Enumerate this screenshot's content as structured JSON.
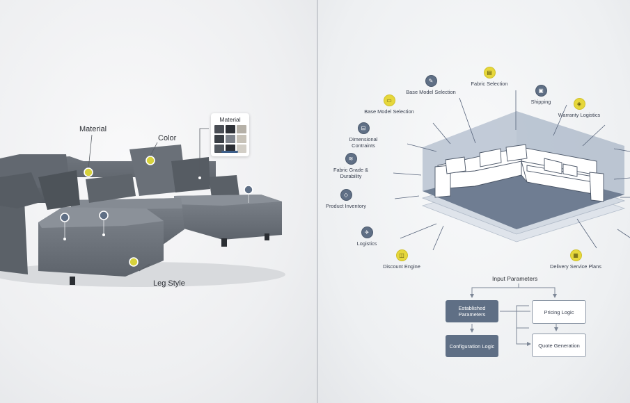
{
  "left_panel": {
    "labels": {
      "material": "Material",
      "color": "Color",
      "leg_style": "Leg Style"
    },
    "material_card": {
      "title": "Material",
      "swatches": [
        "#4a4e55",
        "#2f3238",
        "#b5b0a7",
        "#3a3f45",
        "#7d828a",
        "#c7c2b8",
        "#52585f",
        "#2b2e33",
        "#d2cec6"
      ]
    },
    "colors": {
      "accent_yellow": "#d7d23c",
      "accent_slate": "#5f6f85"
    }
  },
  "right_panel": {
    "nodes": [
      {
        "key": "base_model_1",
        "label": "Base Model Selection",
        "icon": "pencil-icon"
      },
      {
        "key": "fabric_top",
        "label": "Fabric Selection",
        "icon": "fabric-icon"
      },
      {
        "key": "shipping",
        "label": "Shipping",
        "icon": "truck-icon"
      },
      {
        "key": "warranty",
        "label": "Warranty Logistics",
        "icon": "shield-icon"
      },
      {
        "key": "base_model_2",
        "label": "Base Model Selection",
        "icon": "sofa-icon"
      },
      {
        "key": "dimensional",
        "label": "Dimensional Contraints",
        "icon": "ruler-icon"
      },
      {
        "key": "fabric_grade",
        "label": "Fabric Grade & Durability",
        "icon": "layers-icon"
      },
      {
        "key": "inventory",
        "label": "Product Inventory",
        "icon": "box-icon"
      },
      {
        "key": "logistics",
        "label": "Logistics",
        "icon": "plane-icon"
      },
      {
        "key": "discount",
        "label": "Discount Engine",
        "icon": "tag-icon"
      },
      {
        "key": "delivery",
        "label": "Delivery Service Plans",
        "icon": "calendar-icon"
      }
    ],
    "flow": {
      "title": "Input Parameters",
      "established": "Established Parameters",
      "configuration": "Configuration Logic",
      "pricing": "Pricing Logic",
      "quote": "Quote Generation"
    },
    "colors": {
      "node_yellow": "#e6d73b",
      "node_slate": "#5f6f85",
      "plane_fill": "#c6cfdb"
    }
  }
}
